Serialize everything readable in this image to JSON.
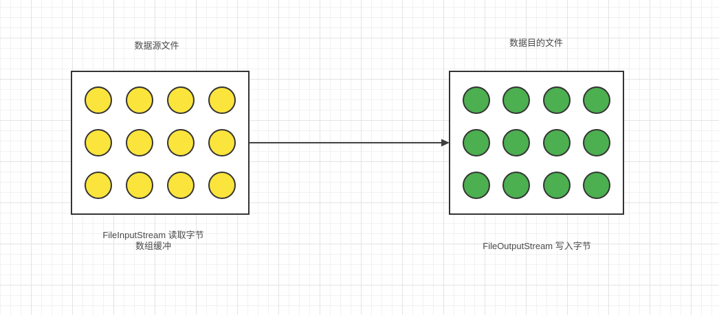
{
  "diagram": {
    "source": {
      "title": "数据源文件",
      "caption_line1": "FileInputStream 读取字节",
      "caption_line2": "数组缓冲",
      "dot_color": "#fbe43c",
      "rows": 3,
      "cols": 4
    },
    "destination": {
      "title": "数据目的文件",
      "caption": "FileOutputStream 写入字节",
      "dot_color": "#4caf50",
      "rows": 3,
      "cols": 4
    },
    "arrow": {
      "direction": "left-to-right",
      "color": "#3f3f3f"
    },
    "stroke_color": "#333333"
  }
}
